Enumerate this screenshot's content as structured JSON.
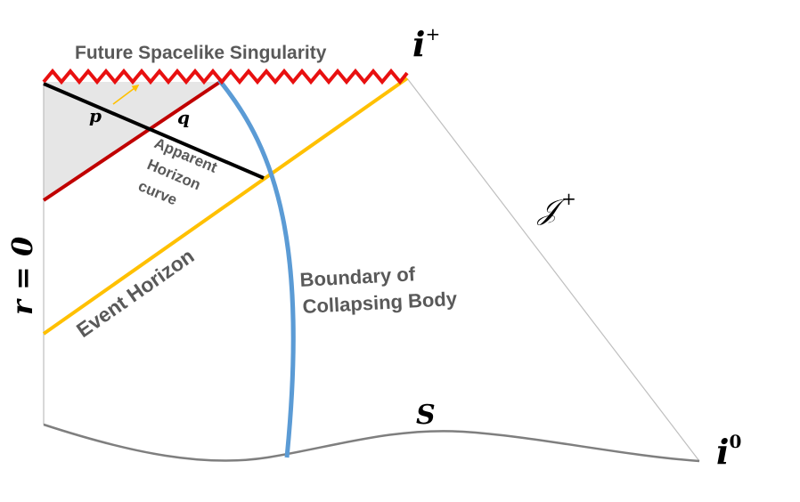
{
  "labels": {
    "singularity": "Future Spacelike Singularity",
    "i_plus": "i",
    "i_plus_sup": "+",
    "i_zero": "i",
    "i_zero_sup": "0",
    "scri_plus": "𝒥",
    "scri_plus_sup": "+",
    "r_zero": "r = 0",
    "event_horizon": "Event Horizon",
    "apparent_horizon_line1": "Apparent",
    "apparent_horizon_line2": "Horizon",
    "apparent_horizon_line3": "curve",
    "boundary_line1": "Boundary of",
    "boundary_line2": "Collapsing Body",
    "p": "p",
    "q": "q",
    "s": "S"
  },
  "colors": {
    "singularity": "#e81010",
    "event_horizon": "#ffc000",
    "apparent_horizon": "#000000",
    "trapped_boundary": "#c00000",
    "collapsing_body": "#5b9bd5",
    "trapped_fill": "#e6e6e6",
    "arrow": "#ffc000",
    "text_gray": "#595959"
  }
}
